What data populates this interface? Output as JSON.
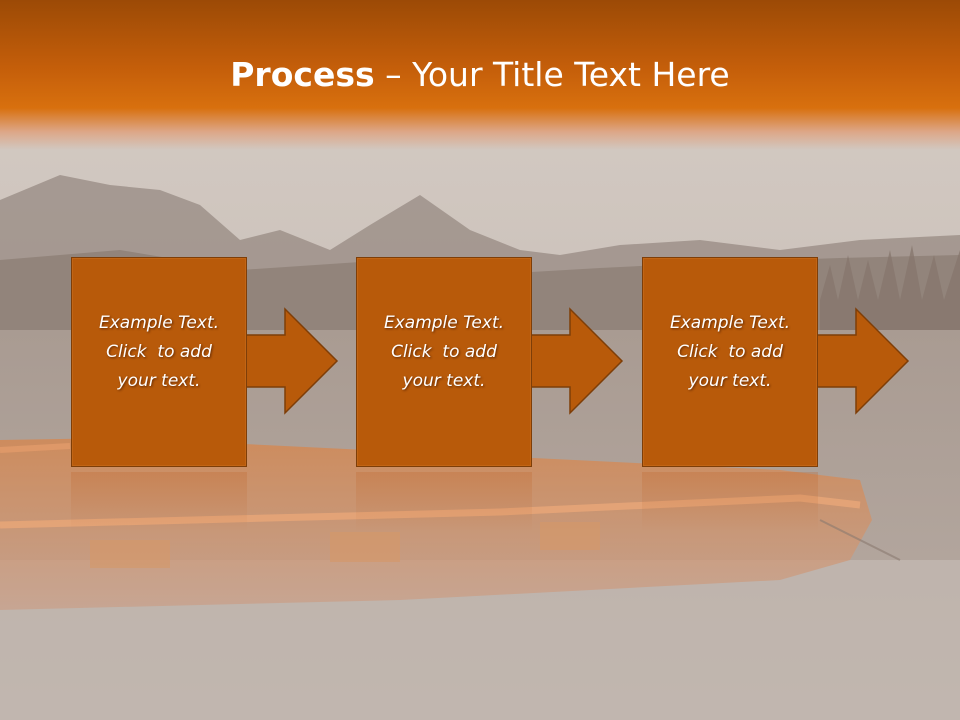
{
  "slide": {
    "title_bold": "Process",
    "title_rest": " – Your Title Text Here"
  },
  "steps": [
    {
      "line1": "Example Text.",
      "line2": "Click  to add",
      "line3": "your text."
    },
    {
      "line1": "Example Text.",
      "line2": "Click  to add",
      "line3": "your text."
    },
    {
      "line1": "Example Text.",
      "line2": "Click  to add",
      "line3": "your text."
    }
  ],
  "colors": {
    "title_band": "#c45e0a",
    "box_fill": "#b85a0a",
    "box_border": "#7e3e08",
    "text": "#ffffff"
  }
}
